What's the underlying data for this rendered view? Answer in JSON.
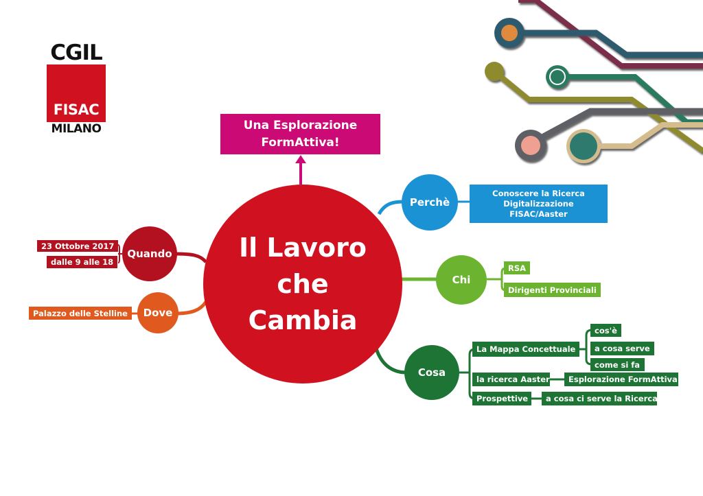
{
  "logo": {
    "top": "CGIL",
    "middle": "FISAC",
    "bottom": "MILANO",
    "color": "#d0111f"
  },
  "goal": {
    "line1": "Una Esplorazione",
    "line2": "FormAttiva!",
    "color": "#cc0a75"
  },
  "central": {
    "line1": "Il Lavoro",
    "line2": "che",
    "line3": "Cambia",
    "color": "#d0111f"
  },
  "branches": {
    "quando": {
      "label": "Quando",
      "color": "#b3111f",
      "children": [
        "23 Ottobre 2017",
        "dalle 9 alle 18"
      ]
    },
    "dove": {
      "label": "Dove",
      "color": "#e05a1f",
      "children": [
        "Palazzo delle Stelline"
      ]
    },
    "perche": {
      "label": "Perchè",
      "color": "#1a92d4",
      "children": [
        "Conoscere la Ricerca",
        "Digitalizzazione",
        "FISAC/Aaster"
      ]
    },
    "chi": {
      "label": "Chi",
      "color": "#6cb42f",
      "children": [
        "RSA",
        "Dirigenti Provinciali"
      ]
    },
    "cosa": {
      "label": "Cosa",
      "color": "#1e7435",
      "children": [
        {
          "label": "La Mappa Concettuale",
          "children": [
            "cos'è",
            "a cosa serve",
            "come si fa"
          ]
        },
        {
          "label": "la ricerca Aaster",
          "children": [
            "Esplorazione FormAttiva"
          ]
        },
        {
          "label": "Prospettive",
          "children": [
            "a cosa ci serve la Ricerca"
          ]
        }
      ]
    }
  },
  "decoration": {
    "circuit_colors": [
      "#7a2d4a",
      "#2f5a6e",
      "#e08a3c",
      "#8f8a2e",
      "#2b7a5e",
      "#5e6066",
      "#f0a090",
      "#d4bc8c",
      "#2f7a6e"
    ]
  }
}
